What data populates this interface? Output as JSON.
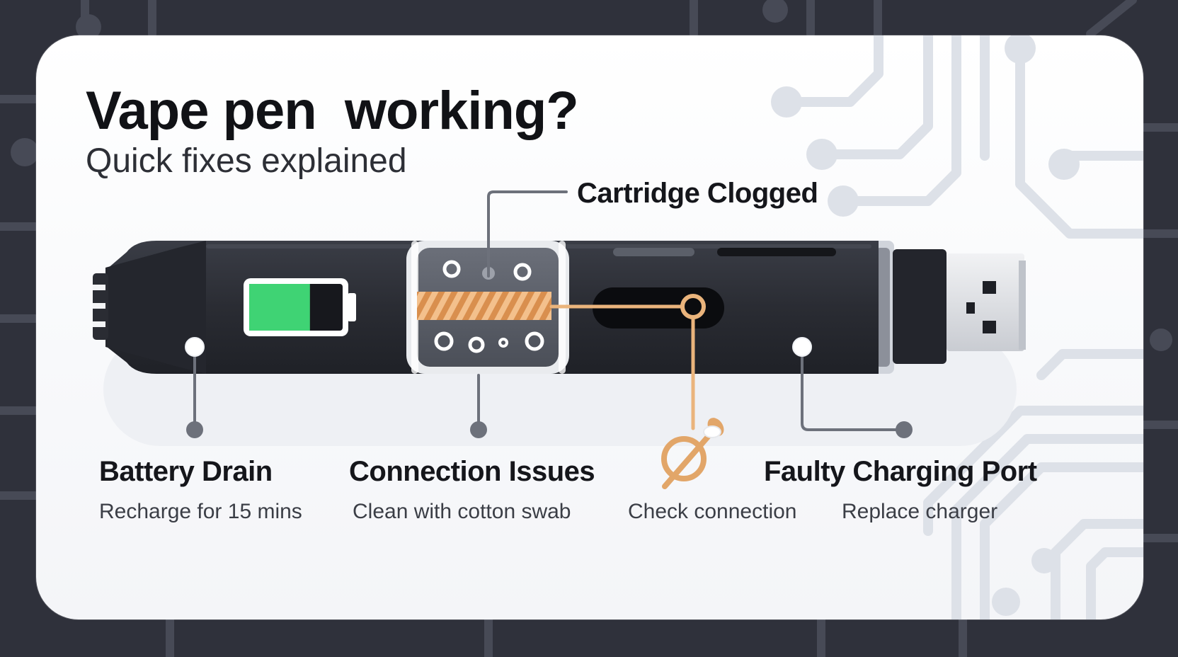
{
  "title": "Vape pen  working?",
  "subtitle": "Quick fixes explained",
  "callouts": {
    "cartridge": {
      "title": "Cartridge Clogged"
    },
    "battery": {
      "title": "Battery Drain",
      "desc": "Recharge for 15 mins"
    },
    "connection": {
      "title": "Connection Issues",
      "desc": "Clean with cotton swab"
    },
    "check": {
      "desc": "Check connection"
    },
    "port": {
      "title": "Faulty Charging Port",
      "desc": "Replace charger"
    }
  },
  "battery_level": 0.65,
  "colors": {
    "background": "#2f313b",
    "card": "#ffffff",
    "pen_body": "#2b2d35",
    "battery_fill": "#3fd374",
    "coil": "#e7a565",
    "leader_line": "#6d717b",
    "wick_line": "#eab47c",
    "circuit": "#dde1e8"
  },
  "icons": [
    "battery-icon",
    "coil-icon",
    "usb-plug-icon",
    "cotton-swab-icon"
  ]
}
